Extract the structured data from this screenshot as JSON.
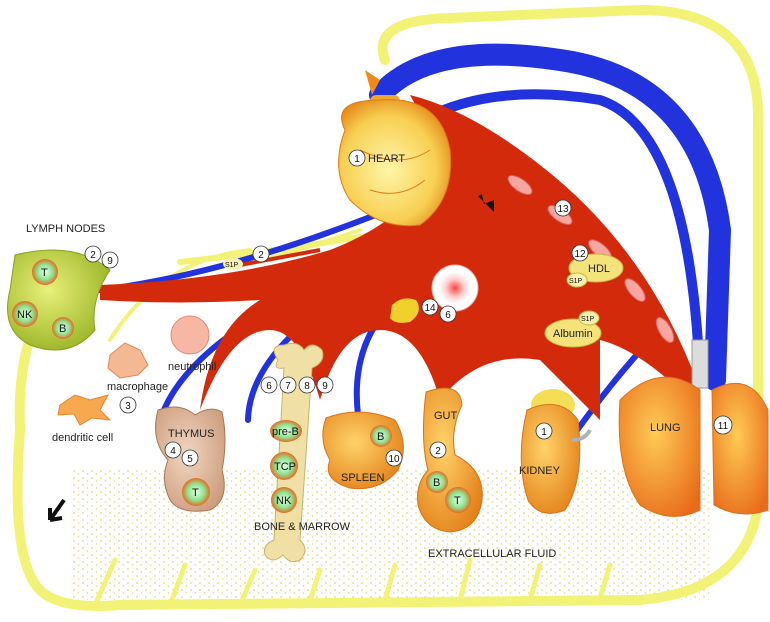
{
  "organs": {
    "heart": "HEART",
    "lymph_nodes": "LYMPH NODES",
    "thymus": "THYMUS",
    "bone_marrow": "BONE & MARROW",
    "spleen": "SPLEEN",
    "gut": "GUT",
    "kidney": "KIDNEY",
    "lung": "LUNG",
    "extracellular_fluid": "EXTRACELLULAR FLUID"
  },
  "cells": {
    "t": "T",
    "nk": "NK",
    "b": "B",
    "pre_b": "pre-B",
    "tcp": "TCP",
    "macrophage": "macrophage",
    "neutrophil": "neutrophil",
    "dendritic_cell": "dendritic cell"
  },
  "molecules": {
    "s1p": "S1P",
    "hdl": "HDL",
    "albumin": "Albumin"
  },
  "numbers": {
    "heart": "1",
    "lymph_a": "2",
    "lymph_b": "9",
    "vessel": "2",
    "innate": "3",
    "thymus_a": "4",
    "thymus_b": "5",
    "marrow_a": "6",
    "marrow_b": "7",
    "marrow_c": "8",
    "marrow_d": "9",
    "spleen": "10",
    "gut": "2",
    "kidney": "1",
    "lung": "11",
    "hdl": "12",
    "endothelium": "13",
    "platelet_a": "14",
    "platelet_b": "6"
  },
  "colors": {
    "blood_vessel": "#d42a0c",
    "vein": "#2233dd",
    "lymph": "#f2f276",
    "organ_orange": "#f0a030",
    "lymph_node": "#b6d02e"
  }
}
